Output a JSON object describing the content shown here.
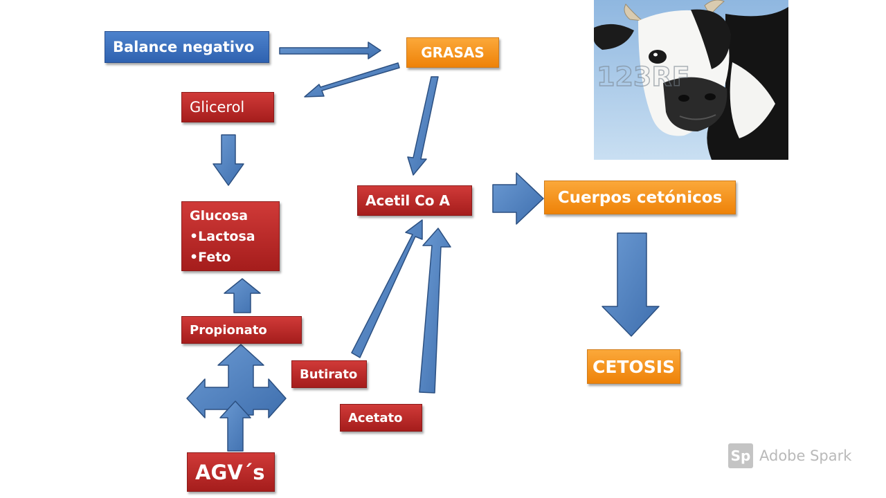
{
  "diagram": {
    "nodes": {
      "balance_negativo": "Balance negativo",
      "grasas": "GRASAS",
      "glicerol": "Glicerol",
      "glucosa": "Glucosa",
      "lactosa": "•Lactosa",
      "feto": "•Feto",
      "acetil_coa": "Acetil Co A",
      "cuerpos_cetonicos": "Cuerpos cetónicos",
      "propionato": "Propionato",
      "butirato": "Butirato",
      "acetato": "Acetato",
      "cetosis": "CETOSIS",
      "agvs": "AGV´s"
    },
    "colors": {
      "blue_box": "#3a6fc0",
      "red_box": "#c12a29",
      "orange_box": "#f7951c",
      "arrow_fill": "#4f81bd",
      "arrow_stroke": "#2b4f80"
    }
  },
  "photo": {
    "subject": "cow",
    "watermark": "123RF"
  },
  "watermark": {
    "logo": "Sp",
    "text": "Adobe Spark"
  }
}
